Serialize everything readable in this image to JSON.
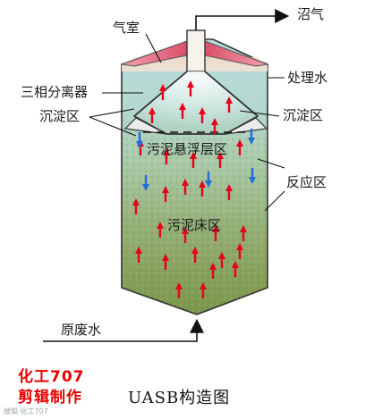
{
  "labels": {
    "biogas_out": "沼气",
    "gas_chamber": "气室",
    "three_phase_separator": "三相分离器",
    "treated_water": "处理水",
    "settling_zone_left": "沉淀区",
    "settling_zone_right": "沉淀区",
    "sludge_suspension_zone": "污泥悬浮层区",
    "reaction_zone": "反应区",
    "sludge_bed_zone": "污泥床区",
    "raw_wastewater": "原废水"
  },
  "caption": "UASB构造图",
  "brand": {
    "line1": "化工707",
    "line2": "剪辑制作"
  },
  "watermark": "搜狐·化工707",
  "colors": {
    "upflow_arrow": "#e8001a",
    "downflow_arrow": "#1f6fd6",
    "brand_text": "#e60000",
    "gas_hood_red": "#e05070",
    "sludge_bed_green": "#7f9a4a"
  }
}
